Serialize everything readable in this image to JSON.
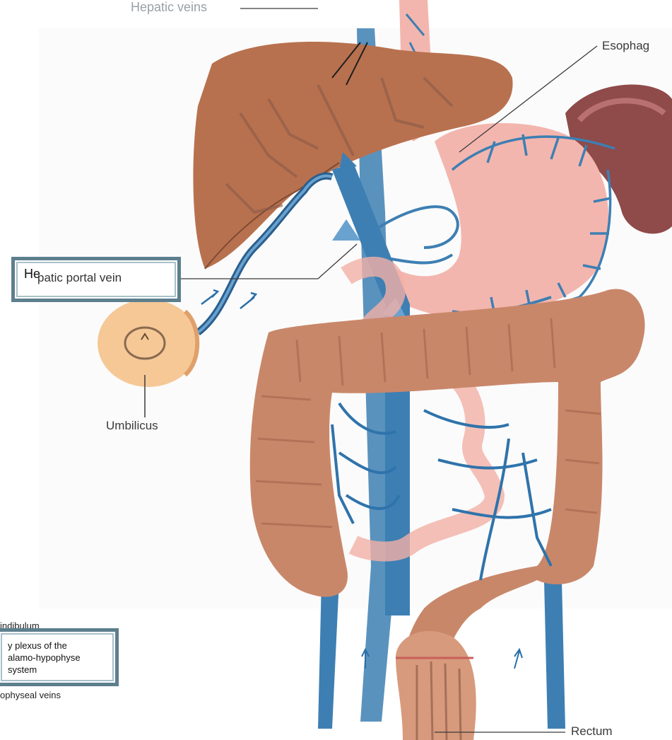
{
  "labels": {
    "hepatic_veins": "Hepatic veins",
    "esophagus": "Esophag",
    "umbilicus": "Umbilicus",
    "rectum": "Rectum",
    "infundibulum": "indibulum",
    "hypophyseal_veins": "ophyseal veins"
  },
  "callouts": {
    "portal_top": {
      "prefix": "He",
      "text": "patic portal vein"
    },
    "plexus": {
      "lines": [
        "y plexus of the",
        "alamo-hypophyse",
        "system"
      ]
    }
  },
  "colors": {
    "vein": "#3d7fb3",
    "vein_dark": "#2a5f8e",
    "liver": "#b8714e",
    "stomach": "#f3b6ae",
    "colon": "#c9876a",
    "spleen": "#8f4a4a",
    "umbilicus": "#f5c896",
    "callout_border": "#5d7f8e"
  }
}
